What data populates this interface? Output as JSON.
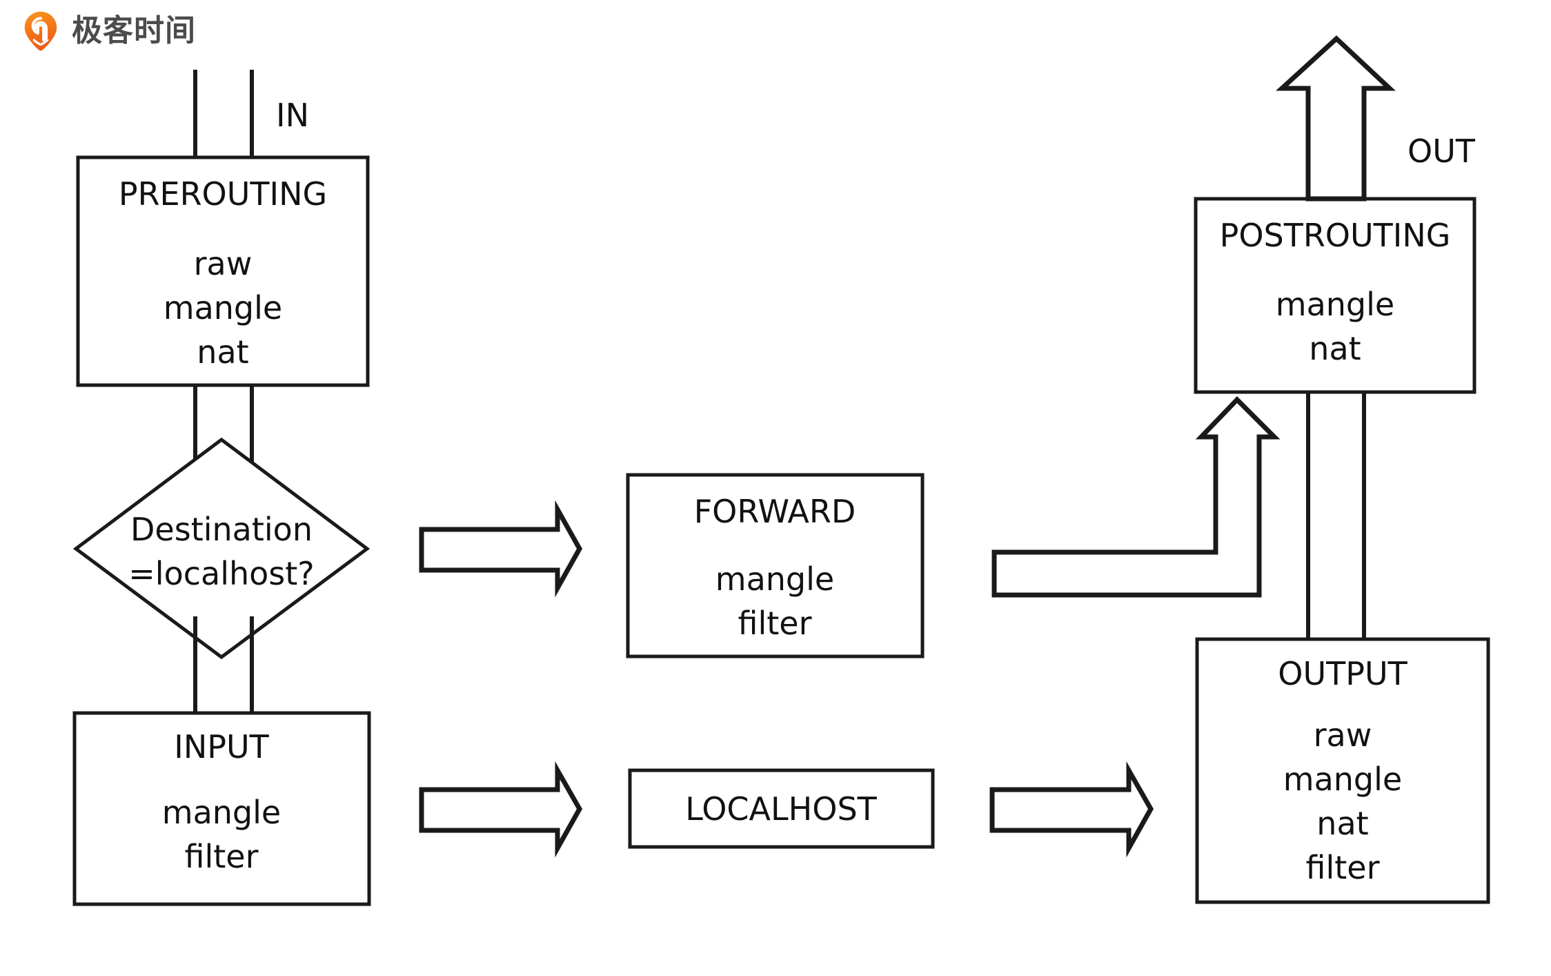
{
  "brand": {
    "name": "极客时间",
    "logo_icon": "geektime-pin-icon",
    "logo_color": "#f0600a",
    "text_color": "#4c4c4c"
  },
  "diagram": {
    "title": "netfilter packet flow",
    "colors": {
      "stroke": "#1a1a1a",
      "header_band": "#f0f0f0",
      "background": "#ffffff"
    },
    "labels": {
      "in": "IN",
      "out": "OUT"
    },
    "nodes": {
      "prerouting": {
        "title": "PREROUTING",
        "tables": [
          "raw",
          "mangle",
          "nat"
        ]
      },
      "decision": {
        "line1": "Destination",
        "line2": "=localhost?"
      },
      "input": {
        "title": "INPUT",
        "tables": [
          "mangle",
          "filter"
        ]
      },
      "forward": {
        "title": "FORWARD",
        "tables": [
          "mangle",
          "filter"
        ]
      },
      "localhost": {
        "title": "LOCALHOST"
      },
      "postrouting": {
        "title": "POSTROUTING",
        "tables": [
          "mangle",
          "nat"
        ]
      },
      "output": {
        "title": "OUTPUT",
        "tables": [
          "raw",
          "mangle",
          "nat",
          "filter"
        ]
      }
    },
    "edges": [
      {
        "name": "in-to-prerouting",
        "kind": "double-line",
        "from": "IN",
        "to": "prerouting"
      },
      {
        "name": "prerouting-to-decision",
        "kind": "double-line",
        "from": "prerouting",
        "to": "decision"
      },
      {
        "name": "decision-to-input",
        "kind": "double-line",
        "from": "decision",
        "to": "input"
      },
      {
        "name": "decision-to-forward",
        "kind": "block-arrow",
        "from": "decision",
        "to": "forward"
      },
      {
        "name": "input-to-localhost",
        "kind": "block-arrow",
        "from": "input",
        "to": "localhost"
      },
      {
        "name": "localhost-to-output",
        "kind": "block-arrow",
        "from": "localhost",
        "to": "output"
      },
      {
        "name": "forward-to-postrouting",
        "kind": "elbow-arrow",
        "from": "forward",
        "to": "postrouting"
      },
      {
        "name": "output-to-postrouting",
        "kind": "double-line",
        "from": "output",
        "to": "postrouting"
      },
      {
        "name": "postrouting-to-out",
        "kind": "block-arrow",
        "from": "postrouting",
        "to": "OUT"
      }
    ]
  }
}
